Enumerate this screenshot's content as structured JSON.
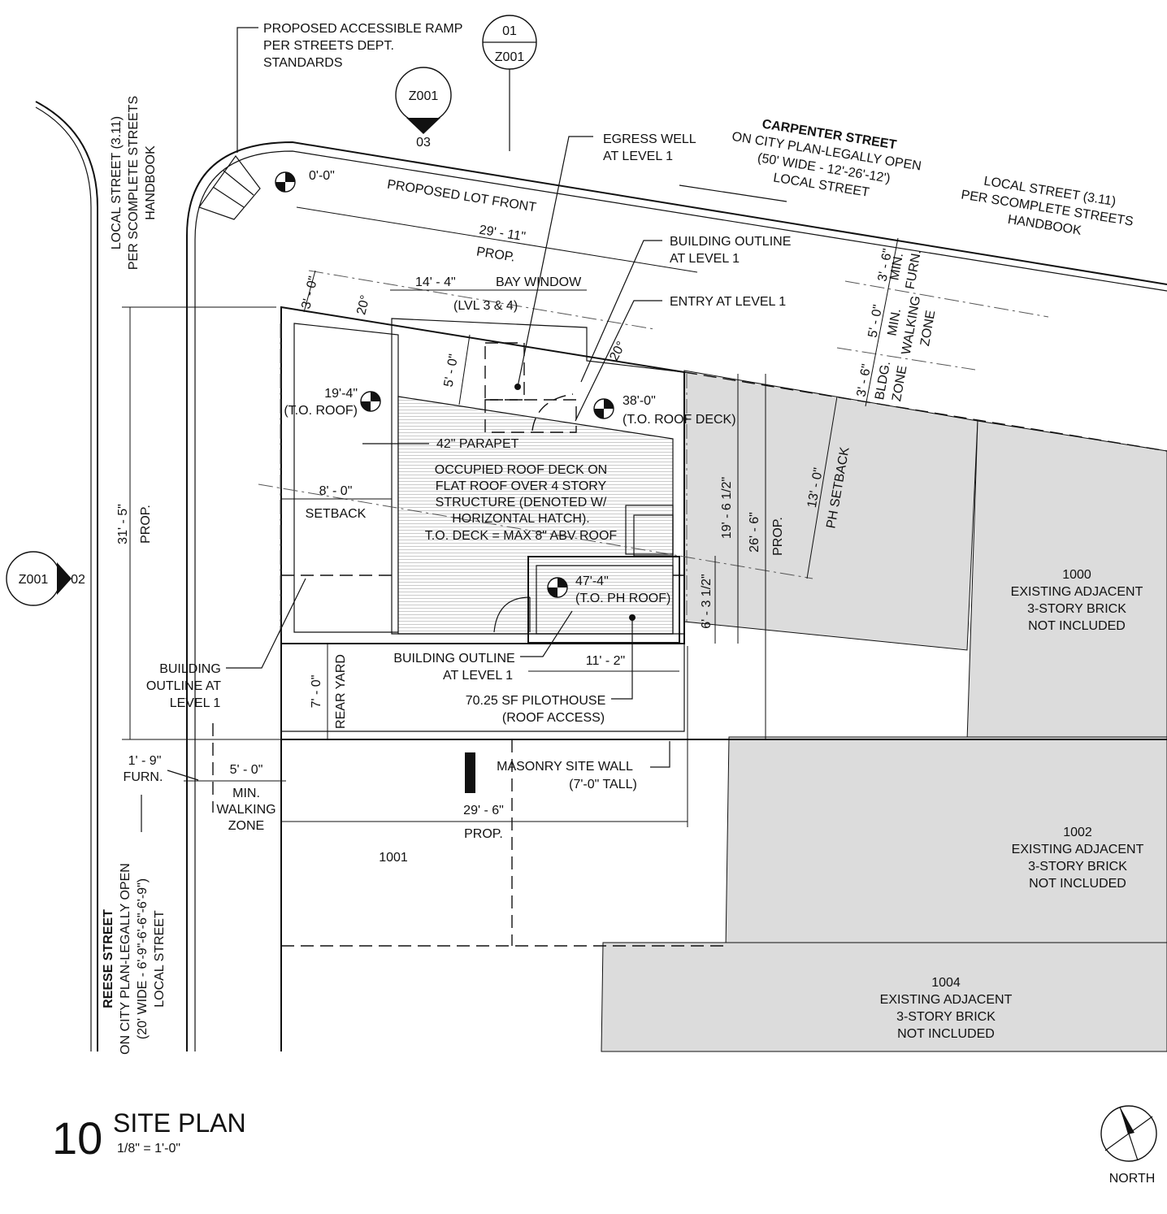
{
  "drawing": {
    "number": "10",
    "title": "SITE PLAN",
    "scale": "1/8\" = 1'-0\"",
    "north": "NORTH"
  },
  "section_markers": [
    {
      "top": "01",
      "bottom": "Z001"
    },
    {
      "top": "Z001",
      "bottom": "03"
    },
    {
      "top": "Z001",
      "bottom": "02"
    }
  ],
  "streets": {
    "carpenter": {
      "name": "CARPENTER STREET",
      "l1": "ON CITY PLAN-LEGALLY OPEN",
      "l2": "(50' WIDE - 12'-26'-12')",
      "l3": "LOCAL STREET"
    },
    "carpenter_type": {
      "l1": "LOCAL STREET (3.11)",
      "l2": "PER SCOMPLETE STREETS",
      "l3": "HANDBOOK"
    },
    "reese": {
      "name": "REESE STREET",
      "l1": "ON CITY PLAN-LEGALLY OPEN",
      "l2": "(20' WIDE - 6'-9\"-6'-6\"-6'-9\")",
      "l3": "LOCAL STREET"
    },
    "reese_type": {
      "l1": "LOCAL STREET (3.11)",
      "l2": "PER SCOMPLETE STREETS",
      "l3": "HANDBOOK"
    }
  },
  "notes": {
    "ramp": {
      "l1": "PROPOSED ACCESSIBLE RAMP",
      "l2": "PER STREETS DEPT.",
      "l3": "STANDARDS"
    },
    "lot_front": "PROPOSED LOT FRONT",
    "egress": {
      "l1": "EGRESS WELL",
      "l2": "AT LEVEL 1"
    },
    "bldg_outline_top": {
      "l1": "BUILDING OUTLINE",
      "l2": "AT LEVEL 1"
    },
    "entry": "ENTRY AT LEVEL 1",
    "bay_window": "BAY WINDOW",
    "bay_levels": "(LVL 3 & 4)",
    "parapet": "42\" PARAPET",
    "setback": "SETBACK",
    "deck": {
      "l1": "OCCUPIED ROOF DECK ON",
      "l2": "FLAT ROOF OVER 4 STORY",
      "l3": "STRUCTURE (DENOTED W/",
      "l4": "HORIZONTAL HATCH).",
      "l5": "T.O. DECK = MAX 8\" ABV ROOF"
    },
    "ph_setback": "PH SETBACK",
    "rear_yard": "REAR YARD",
    "bldg_outline_left": {
      "l1": "BUILDING",
      "l2": "OUTLINE AT",
      "l3": "LEVEL 1"
    },
    "bldg_outline_bottom": {
      "l1": "BUILDING OUTLINE",
      "l2": "AT LEVEL 1"
    },
    "pilothouse": {
      "l1": "70.25 SF PILOTHOUSE",
      "l2": "(ROOF ACCESS)"
    },
    "masonry": {
      "l1": "MASONRY SITE WALL",
      "l2": "(7'-0\" TALL)"
    },
    "furn_left": "FURN.",
    "walk_left": {
      "l1": "MIN.",
      "l2": "WALKING",
      "l3": "ZONE"
    },
    "furn_right": {
      "l1": "MIN.",
      "l2": "FURN."
    },
    "walk_right": {
      "l1": "MIN.",
      "l2": "WALKING",
      "l3": "ZONE"
    },
    "bldg_zone": {
      "l1": "BLDG.",
      "l2": "ZONE"
    }
  },
  "elevations": {
    "zero": "0'-0\"",
    "roof": {
      "value": "19'-4\"",
      "label": "(T.O. ROOF)"
    },
    "deck": {
      "value": "38'-0\"",
      "label": "(T.O. ROOF DECK)"
    },
    "ph": {
      "value": "47'-4\"",
      "label": "(T.O. PH ROOF)"
    }
  },
  "dimensions": {
    "front": "29' - 11\"",
    "front_prop": "PROP.",
    "bay": "14' - 4\"",
    "d3_0": "3' - 0\"",
    "angle1": "20°",
    "angle2": "20°",
    "egress_5": "5' - 0\"",
    "setback_8": "8' - 0\"",
    "left_31_5": "31' - 5\"",
    "left_prop": "PROP.",
    "d19_6": "19' - 6 1/2\"",
    "d26_6": "26' - 6\"",
    "right_prop": "PROP.",
    "d13_0": "13' - 0\"",
    "d6_3": "6' - 3 1/2\"",
    "d11_2": "11' - 2\"",
    "d7_0": "7' - 0\"",
    "d3_6a": "3' - 6\"",
    "d5_0w": "5' - 0\"",
    "d3_6b": "3' - 6\"",
    "d1_9": "1' - 9\"",
    "d5_0b": "5' - 0\"",
    "rear": "29' - 6\"",
    "rear_prop": "PROP."
  },
  "lots": [
    {
      "number": "1000",
      "l1": "EXISTING ADJACENT",
      "l2": "3-STORY BRICK",
      "l3": "NOT INCLUDED"
    },
    {
      "number": "1002",
      "l1": "EXISTING ADJACENT",
      "l2": "3-STORY BRICK",
      "l3": "NOT INCLUDED"
    },
    {
      "number": "1004",
      "l1": "EXISTING ADJACENT",
      "l2": "3-STORY BRICK",
      "l3": "NOT INCLUDED"
    },
    {
      "number": "1001"
    }
  ]
}
